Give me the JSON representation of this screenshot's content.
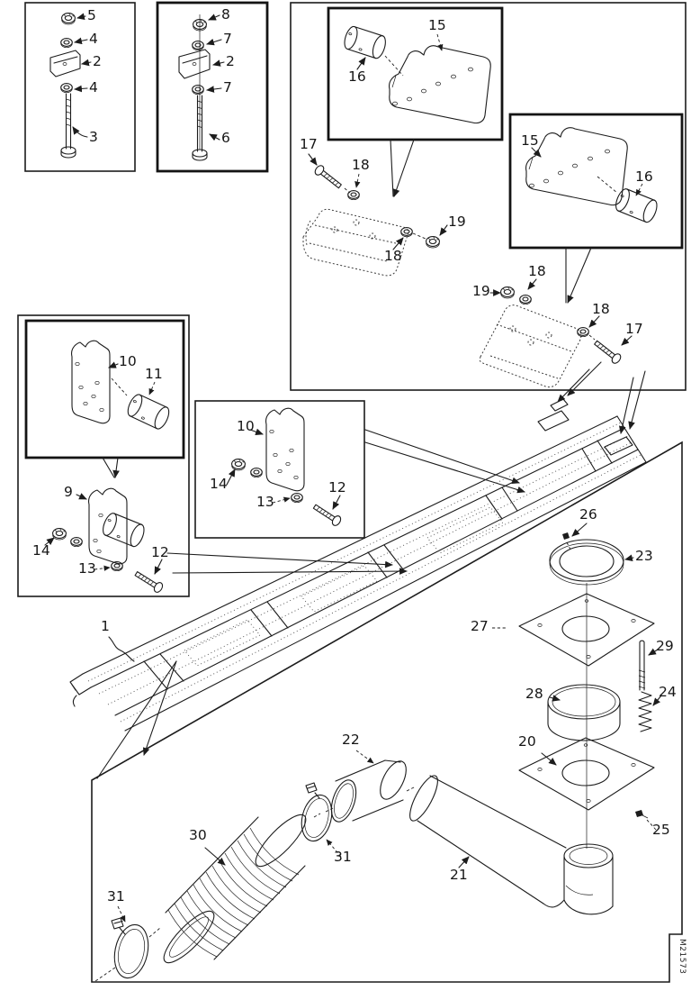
{
  "figure": {
    "type": "exploded-parts-diagram",
    "description": "Muffler, exhaust pipe and mounting bracket exploded view on chassis frame",
    "code": "M21573",
    "line_color": "#1c1c1c",
    "background_color": "#ffffff"
  },
  "labels": {
    "a_nut": "5",
    "a_washer_top": "4",
    "a_bracket": "2",
    "a_washer_bottom": "4",
    "a_bolt": "3",
    "b_nut": "8",
    "b_washer_top": "7",
    "b_bracket": "2",
    "b_washer_bottom": "7",
    "b_bolt": "6",
    "c1_bushing": "16",
    "c1_plate": "15",
    "m1_bolt": "17",
    "m1_washer_upper": "18",
    "m1_washer_lower": "18",
    "m1_nut": "19",
    "c2_plate": "15",
    "c2_bushing": "16",
    "m2_nut": "19",
    "m2_washer_upper": "18",
    "m2_washer_lower": "18",
    "m2_bolt": "17",
    "d_plate": "10",
    "d_bushing": "11",
    "d_bracket": "9",
    "d_nut": "14",
    "d_washer": "13",
    "d_bolt": "12",
    "e_plate": "10",
    "e_nut": "14",
    "e_washer": "13",
    "e_bolt": "12",
    "frame": "1",
    "stack_screw_upper": "26",
    "stack_ring": "23",
    "stack_plate_upper": "27",
    "stack_stud": "29",
    "stack_band": "28",
    "stack_spring": "24",
    "stack_plate_lower": "20",
    "stack_screw_lower": "25",
    "elbow": "22",
    "tailpipe": "21",
    "flex_hose": "30",
    "clamp_upper": "31",
    "clamp_lower": "31"
  }
}
